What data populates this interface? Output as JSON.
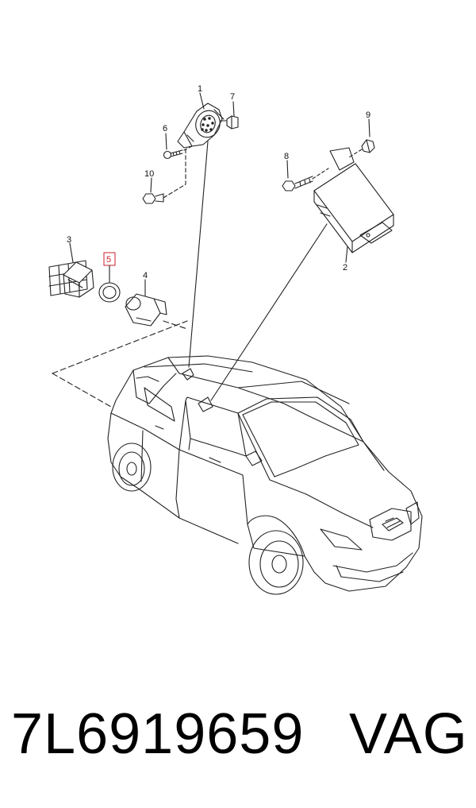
{
  "callouts": {
    "c1": "1",
    "c2": "2",
    "c3": "3",
    "c4": "4",
    "c5": "5",
    "c6": "6",
    "c7": "7",
    "c8": "8",
    "c9": "9",
    "c10": "10"
  },
  "highlight_color": "#cc1f2d",
  "footer": {
    "part_number": "7L6919659",
    "brand": "VAG"
  }
}
